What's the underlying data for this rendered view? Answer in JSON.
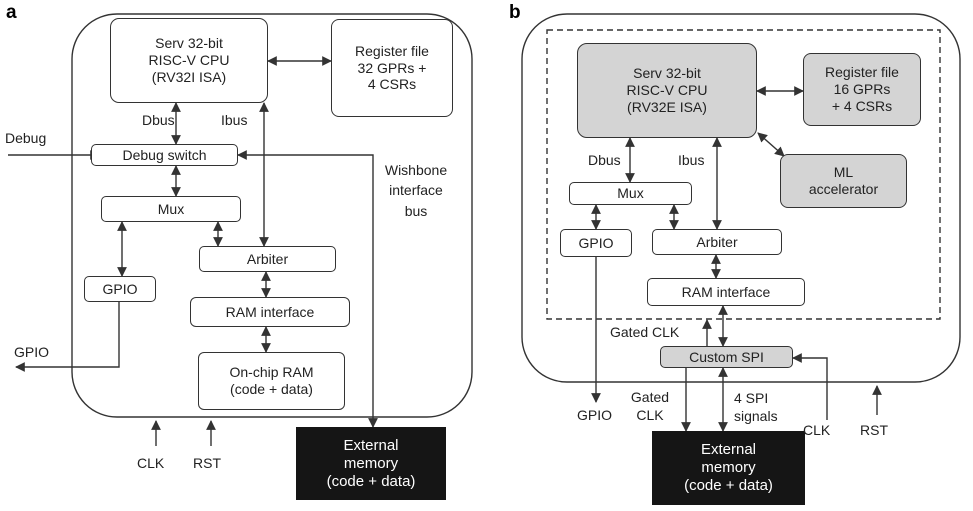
{
  "panel_a": {
    "letter": "a",
    "cpu": "Serv 32-bit\nRISC-V CPU\n(RV32I ISA)",
    "register_file": "Register file\n32 GPRs +\n4 CSRs",
    "debug_switch": "Debug switch",
    "mux": "Mux",
    "gpio_block": "GPIO",
    "arbiter": "Arbiter",
    "ram_interface": "RAM interface",
    "onchip_ram": "On-chip RAM\n(code + data)",
    "external_memory": "External\nmemory\n(code + data)",
    "label_dbus": "Dbus",
    "label_ibus": "Ibus",
    "label_debug": "Debug",
    "label_wishbone": "Wishbone\ninterface\nbus",
    "label_gpio_out": "GPIO",
    "label_clk": "CLK",
    "label_rst": "RST"
  },
  "panel_b": {
    "letter": "b",
    "cpu": "Serv 32-bit\nRISC-V CPU\n(RV32E ISA)",
    "register_file": "Register file\n16 GPRs\n+ 4 CSRs",
    "ml_accelerator": "ML\naccelerator",
    "mux": "Mux",
    "gpio_block": "GPIO",
    "arbiter": "Arbiter",
    "ram_interface": "RAM interface",
    "custom_spi": "Custom SPI",
    "external_memory": "External\nmemory\n(code + data)",
    "label_dbus": "Dbus",
    "label_ibus": "Ibus",
    "label_gated_clk_top": "Gated CLK",
    "label_gated_clk_bottom": "Gated\nCLK",
    "label_spi_signals": "4 SPI\nsignals",
    "label_gpio_out": "GPIO",
    "label_clk": "CLK",
    "label_rst": "RST"
  },
  "colors": {
    "line": "#333333",
    "grey_fill": "#d4d4d4",
    "dark_fill": "#151515"
  }
}
